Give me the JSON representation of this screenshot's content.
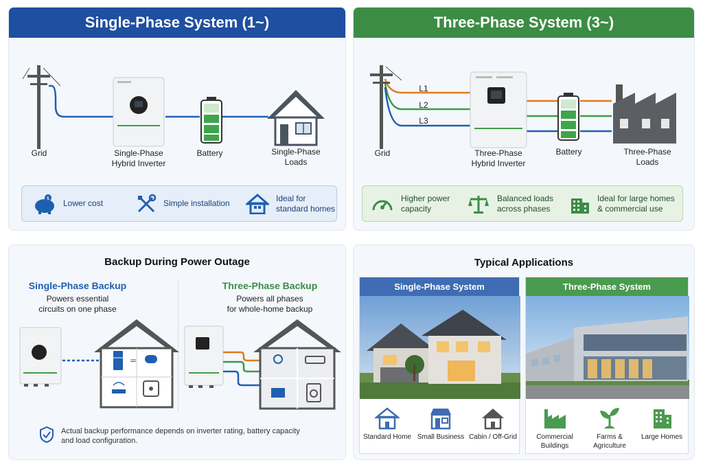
{
  "single_phase": {
    "title": "Single-Phase System (1~)",
    "color": "#1f4fa0",
    "labels": {
      "grid": "Grid",
      "inverter": "Single-Phase\nHybrid Inverter",
      "battery": "Battery",
      "loads": "Single-Phase\nLoads"
    },
    "features": [
      {
        "icon": "piggy-bank-icon",
        "text": "Lower cost"
      },
      {
        "icon": "tools-icon",
        "text": "Simple installation"
      },
      {
        "icon": "home-icon",
        "text": "Ideal for\nstandard homes"
      }
    ]
  },
  "three_phase": {
    "title": "Three-Phase System (3~)",
    "color": "#3c8c45",
    "lines": [
      "L1",
      "L2",
      "L3"
    ],
    "line_colors": [
      "#e07b1e",
      "#3c9c45",
      "#1f5fb0"
    ],
    "labels": {
      "grid": "Grid",
      "inverter": "Three-Phase\nHybrid Inverter",
      "battery": "Battery",
      "loads": "Three-Phase\nLoads"
    },
    "features": [
      {
        "icon": "gauge-icon",
        "text": "Higher power\ncapacity"
      },
      {
        "icon": "scale-icon",
        "text": "Balanced loads\nacross phases"
      },
      {
        "icon": "building-icon",
        "text": "Ideal for large homes\n& commercial use"
      }
    ]
  },
  "backup": {
    "title": "Backup During Power Outage",
    "single": {
      "title": "Single-Phase Backup",
      "text": "Powers essential\ncircuits on one phase"
    },
    "three": {
      "title": "Three-Phase Backup",
      "text": "Powers all phases\nfor whole-home backup"
    },
    "note": "Actual backup performance depends on inverter rating, battery capacity\nand load configuration."
  },
  "applications": {
    "title": "Typical Applications",
    "single": {
      "title": "Single-Phase System",
      "items": [
        {
          "icon": "house-icon",
          "text": "Standard Home"
        },
        {
          "icon": "shop-icon",
          "text": "Small Business"
        },
        {
          "icon": "cabin-icon",
          "text": "Cabin / Off-Grid"
        }
      ]
    },
    "three": {
      "title": "Three-Phase System",
      "items": [
        {
          "icon": "factory-icon",
          "text": "Commercial\nBuildings"
        },
        {
          "icon": "plant-icon",
          "text": "Farms &\nAgriculture"
        },
        {
          "icon": "tall-building-icon",
          "text": "Large Homes"
        }
      ]
    }
  }
}
